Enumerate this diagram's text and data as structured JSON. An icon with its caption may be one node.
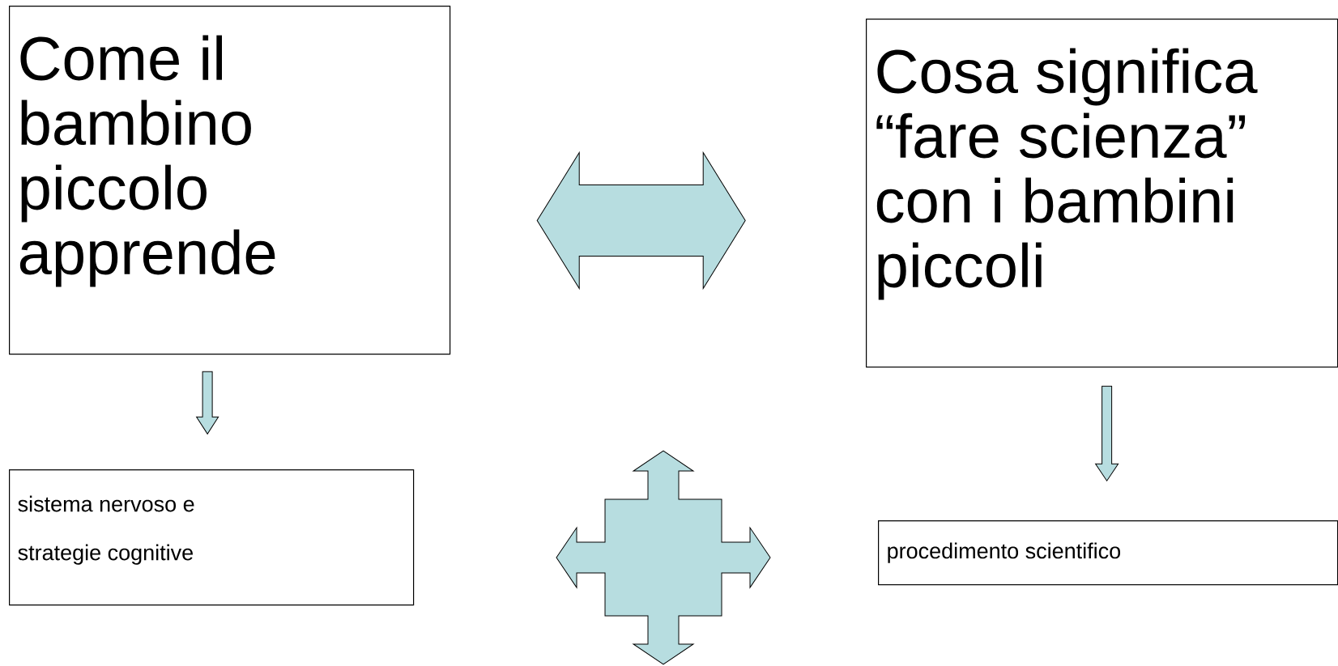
{
  "diagram": {
    "nodes": [
      {
        "text": [
          "Come il bambino piccolo apprende"
        ]
      },
      {
        "text": [
          "Cosa significa “fare scienza” con i bambini piccoli"
        ]
      },
      {
        "text": [
          "sistema nervoso e strategie cognitive"
        ]
      },
      {
        "text": [
          "procedimento scientifico"
        ]
      }
    ],
    "edges": [
      {
        "from": 0,
        "to": 1,
        "arrow": "both"
      },
      {
        "from": 0,
        "to": 2,
        "arrow": "to"
      },
      {
        "from": 1,
        "to": 3,
        "arrow": "to"
      }
    ]
  }
}
